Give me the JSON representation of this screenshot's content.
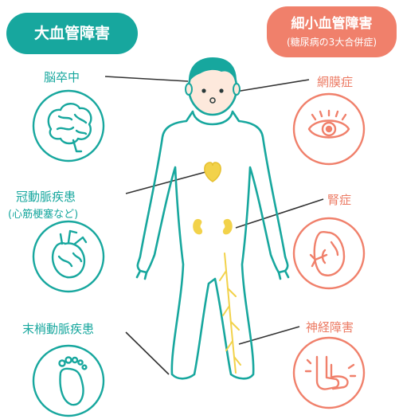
{
  "header_left": {
    "title": "大血管障害"
  },
  "header_right": {
    "title": "細小血管障害",
    "subtitle": "(糖尿病の3大合併症)"
  },
  "left_labels": {
    "stroke": "脳卒中",
    "coronary": "冠動脈疾患",
    "coronary_note": "(心筋梗塞など)",
    "peripheral": "末梢動脈疾患"
  },
  "right_labels": {
    "retinopathy": "網膜症",
    "nephropathy": "腎症",
    "neuropathy": "神経障害"
  },
  "colors": {
    "teal": "#17a79e",
    "coral": "#f0806b",
    "organ_yellow": "#f2d24a",
    "skin": "#fde9dc",
    "leader_line": "#333333"
  },
  "icons": {
    "left": [
      "brain-icon",
      "heart-icon",
      "foot-icon"
    ],
    "right": [
      "eye-icon",
      "kidney-icon",
      "numb-feet-icon"
    ]
  }
}
